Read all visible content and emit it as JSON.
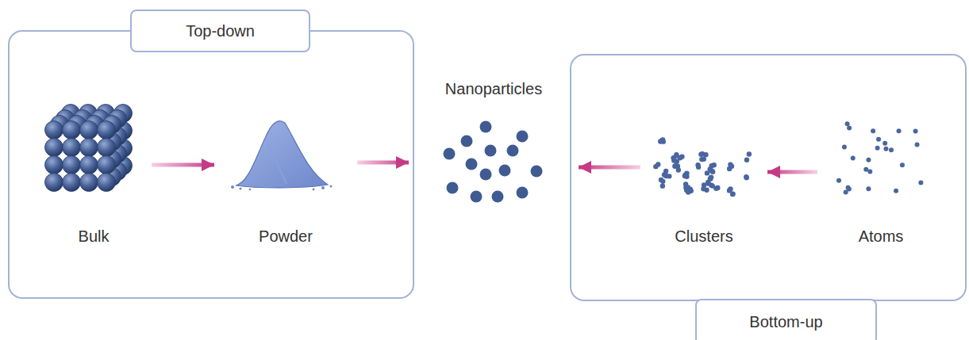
{
  "diagram": {
    "nodes": [
      {
        "text": [
          "Top-down"
        ]
      },
      {
        "text": [
          "Bulk"
        ],
        "in": 0
      },
      {
        "text": [
          "Powder"
        ],
        "in": 0
      },
      {
        "text": [
          "Nanoparticles"
        ]
      },
      {
        "text": [
          "Bottom-up"
        ]
      },
      {
        "text": [
          "Clusters"
        ],
        "in": 4
      },
      {
        "text": [
          "Atoms"
        ],
        "in": 4
      }
    ],
    "edges": [
      {
        "from": 1,
        "to": 2,
        "arrow": "to"
      },
      {
        "from": 2,
        "to": 3,
        "arrow": "to"
      },
      {
        "from": 6,
        "to": 5,
        "arrow": "to"
      },
      {
        "from": 5,
        "to": 3,
        "arrow": "to"
      }
    ]
  }
}
